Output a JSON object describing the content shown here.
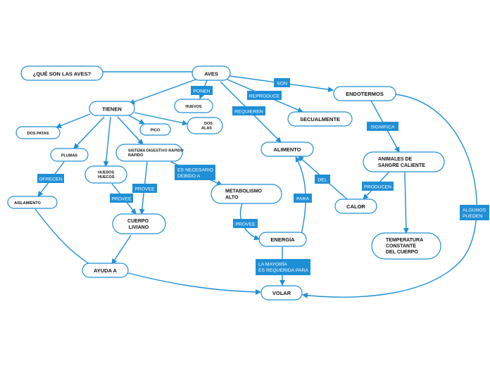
{
  "colors": {
    "line": "#1f8fd6",
    "label_bg": "#1f8fd6",
    "label_text": "#ffffff",
    "node_border": "#1f8fd6",
    "node_text": "#111111"
  },
  "nodes": {
    "question": "¿QUÉ SON LAS AVES?",
    "aves": "AVES",
    "tienen": "TIENEN",
    "huevos": "HUEVOS",
    "dos_alas": "DOS ALAS",
    "dos_patas": "DOS PATAS",
    "pico": "PICO",
    "plumas": "PLUMAS",
    "sistema": "SISTEMA DIGESTIVO RAPIDO",
    "huesos": "HUESOS HUECOS",
    "aislamiento": "AISLAMIENTO",
    "cuerpo": "CUERPO LIVIANO",
    "ayuda": "AYUDA A",
    "volar": "VOLAR",
    "alimento": "ALIMENTO",
    "metabolismo": "METABOLISMO ALTO",
    "energia": "ENERGÍA",
    "secualmente": "SECUALMENTE",
    "endotermos": "ENDOTERMOS",
    "animales": "ANIMALES DE SANGRE CALIENTE",
    "calor": "CALOR",
    "temperatura": "TEMPERATURA CONSTANTE DEL CUERPO"
  },
  "labels": {
    "ponen": "PONEN",
    "son": "SON",
    "reproduce": "REPRODUCE",
    "requieren": "REQUIEREN",
    "ofrecen": "OFRECEN",
    "provee_huesos": "PROVEE",
    "provee_sistema": "PROVEE",
    "es_necesario": "ES NECESARIO DEBIDO A",
    "provee_energia": "PROVEE",
    "para": "PARA",
    "del": "DEL",
    "significa": "SIGNIFICA",
    "producen": "PRODUCEN",
    "algunos": "ALGUNOS PUEDEN",
    "la_mayoria": "LA MAYORÍA ES REQUERIDA PARA"
  }
}
